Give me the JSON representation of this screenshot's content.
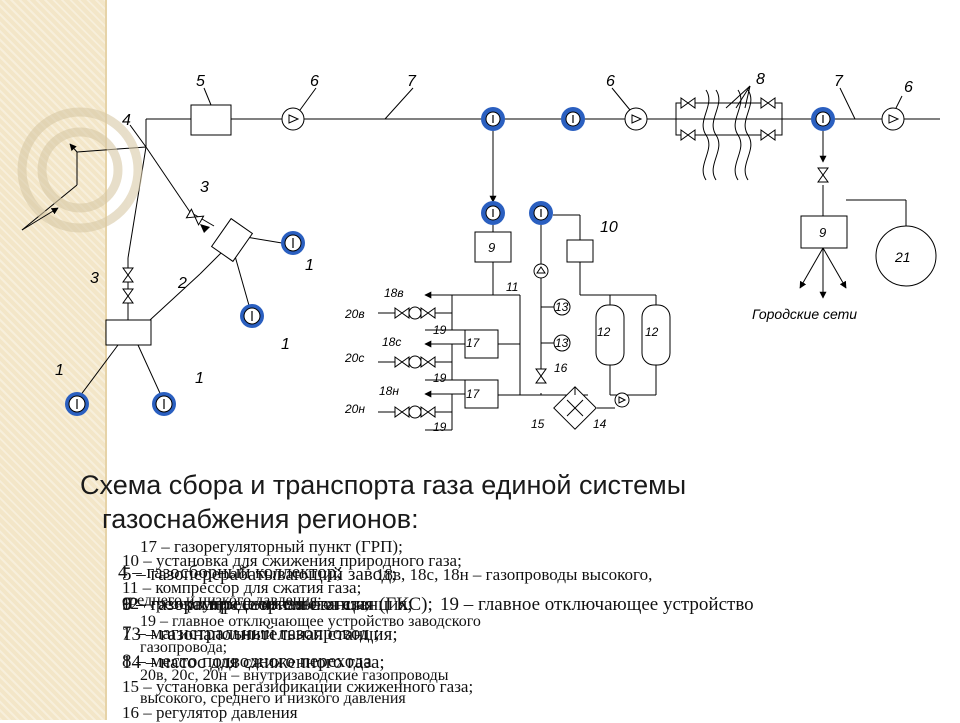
{
  "diagram": {
    "numbers": {
      "n1": "1",
      "n2": "2",
      "n3": "3",
      "n4": "4",
      "n5": "5",
      "n6": "6",
      "n7": "7",
      "n8": "8",
      "n9": "9",
      "n10": "10",
      "n11": "11",
      "n12": "12",
      "n13": "13",
      "n14": "14",
      "n15": "15",
      "n16": "16",
      "n17": "17",
      "n19": "19",
      "n21": "21",
      "n18v": "18в",
      "n18s": "18с",
      "n18n": "18н",
      "n20v": "20в",
      "n20s": "20с",
      "n20n": "20н"
    },
    "city_networks": "Городские сети"
  },
  "caption": {
    "line1": "Схема сбора и транспорта газа единой системы",
    "line2": "газоснабжения регионов:"
  },
  "legend": [
    "17 – газорегуляторный пункт (ГРП);",
    "10 – установка для сжижения природного газа;",
    "4 – газосборный коллектор;",
    "5 – газоперерабатывающий завод;",
    "18в, 18с, 18н – газопроводы высокого,",
    "11 – компрессор для сжатия газа;",
    "среднего и низкого давления;",
    "12 – резервуары сжиженного газа;",
    "6 – газокомпрессорная станция (ГКС);",
    "9 – газораспределительная станция;",
    "19 – главное отключающее устройство",
    "19 – главное отключающее устройство заводского",
    "7 – магистральный газопровод ;",
    "13 – газонаполнительная станция;",
    "газопровода;",
    "8 – место подводного перехода",
    "14 – насос для сжиженного газа;",
    "20в, 20с, 20н – внутризаводские газопроводы",
    "15 – установка регазификации сжиженного газа;",
    "высокого, среднего и низкого давления",
    "16 – регулятор давления"
  ]
}
